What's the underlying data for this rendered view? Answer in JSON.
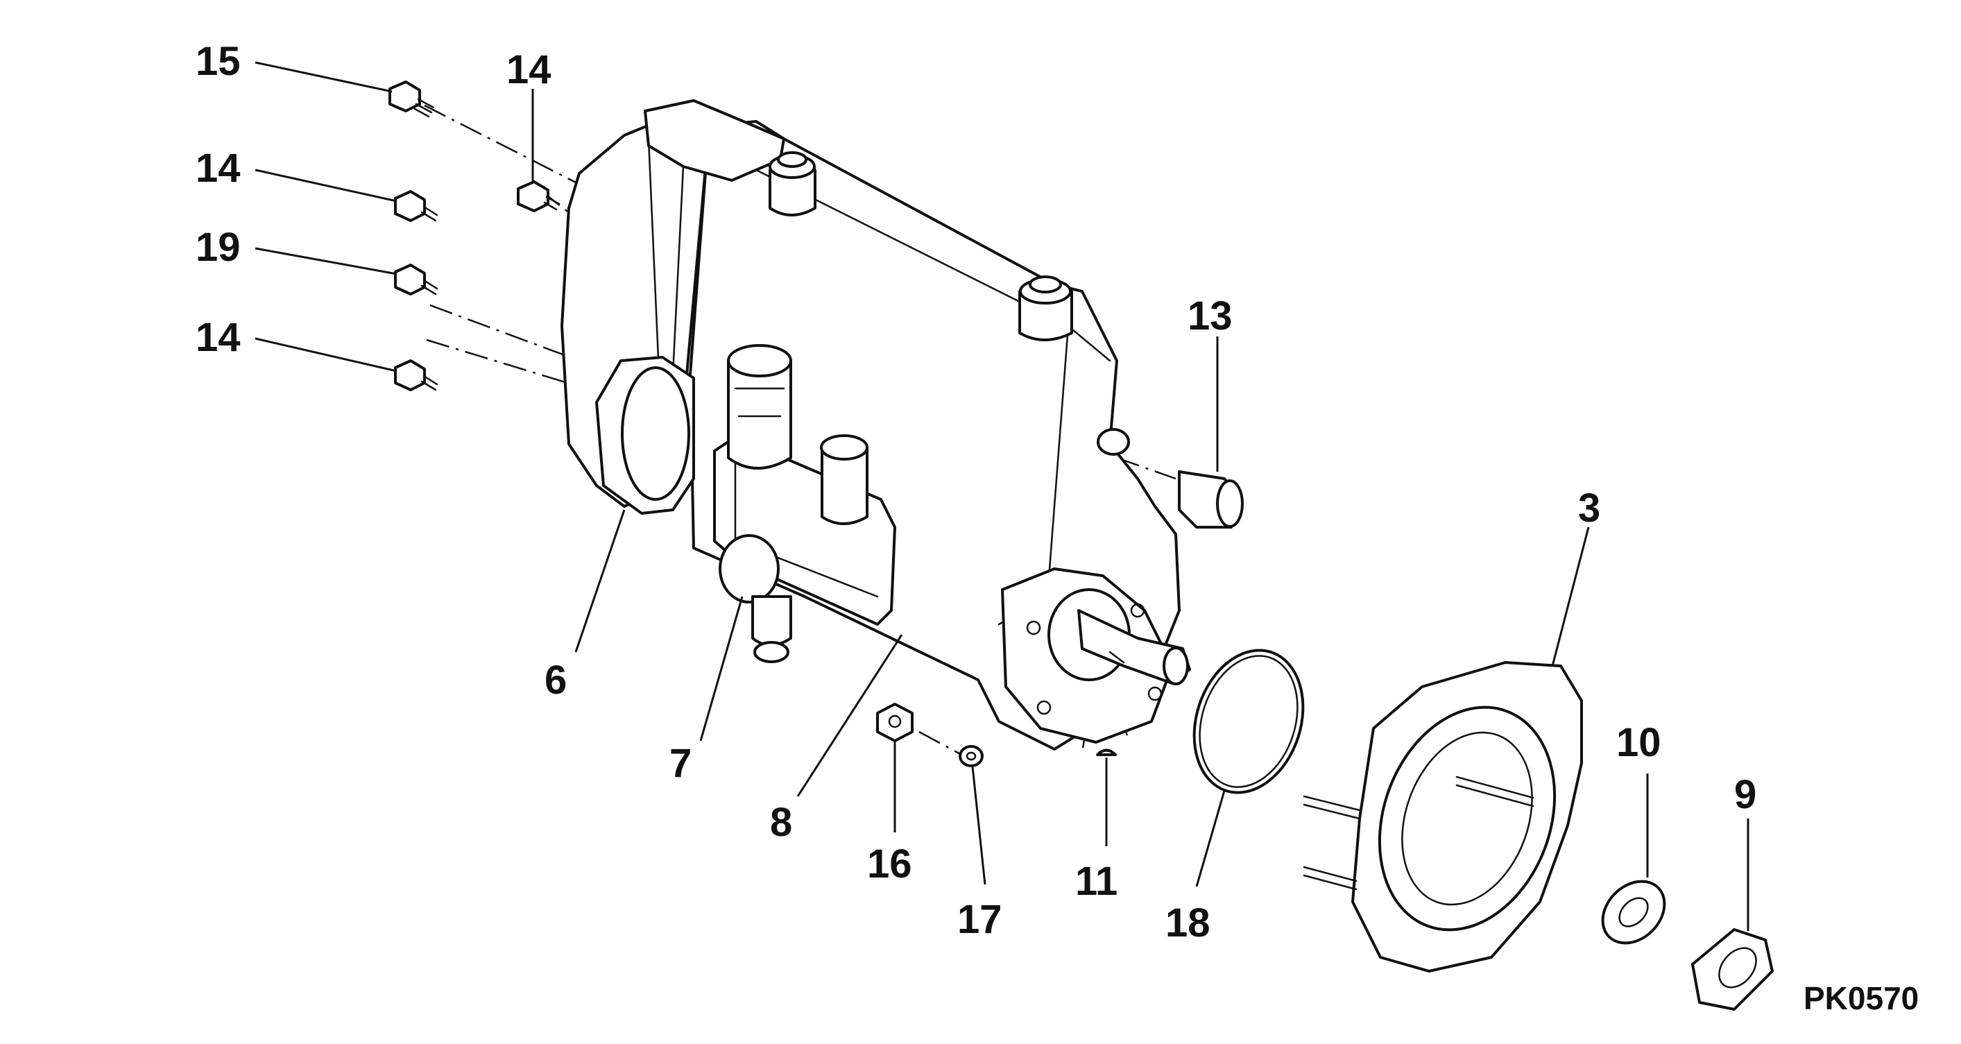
{
  "diagram": {
    "code": "PK0570",
    "callouts": [
      "15",
      "14",
      "14",
      "19",
      "14",
      "13",
      "3",
      "6",
      "7",
      "8",
      "16",
      "17",
      "11",
      "18",
      "10",
      "9"
    ]
  }
}
